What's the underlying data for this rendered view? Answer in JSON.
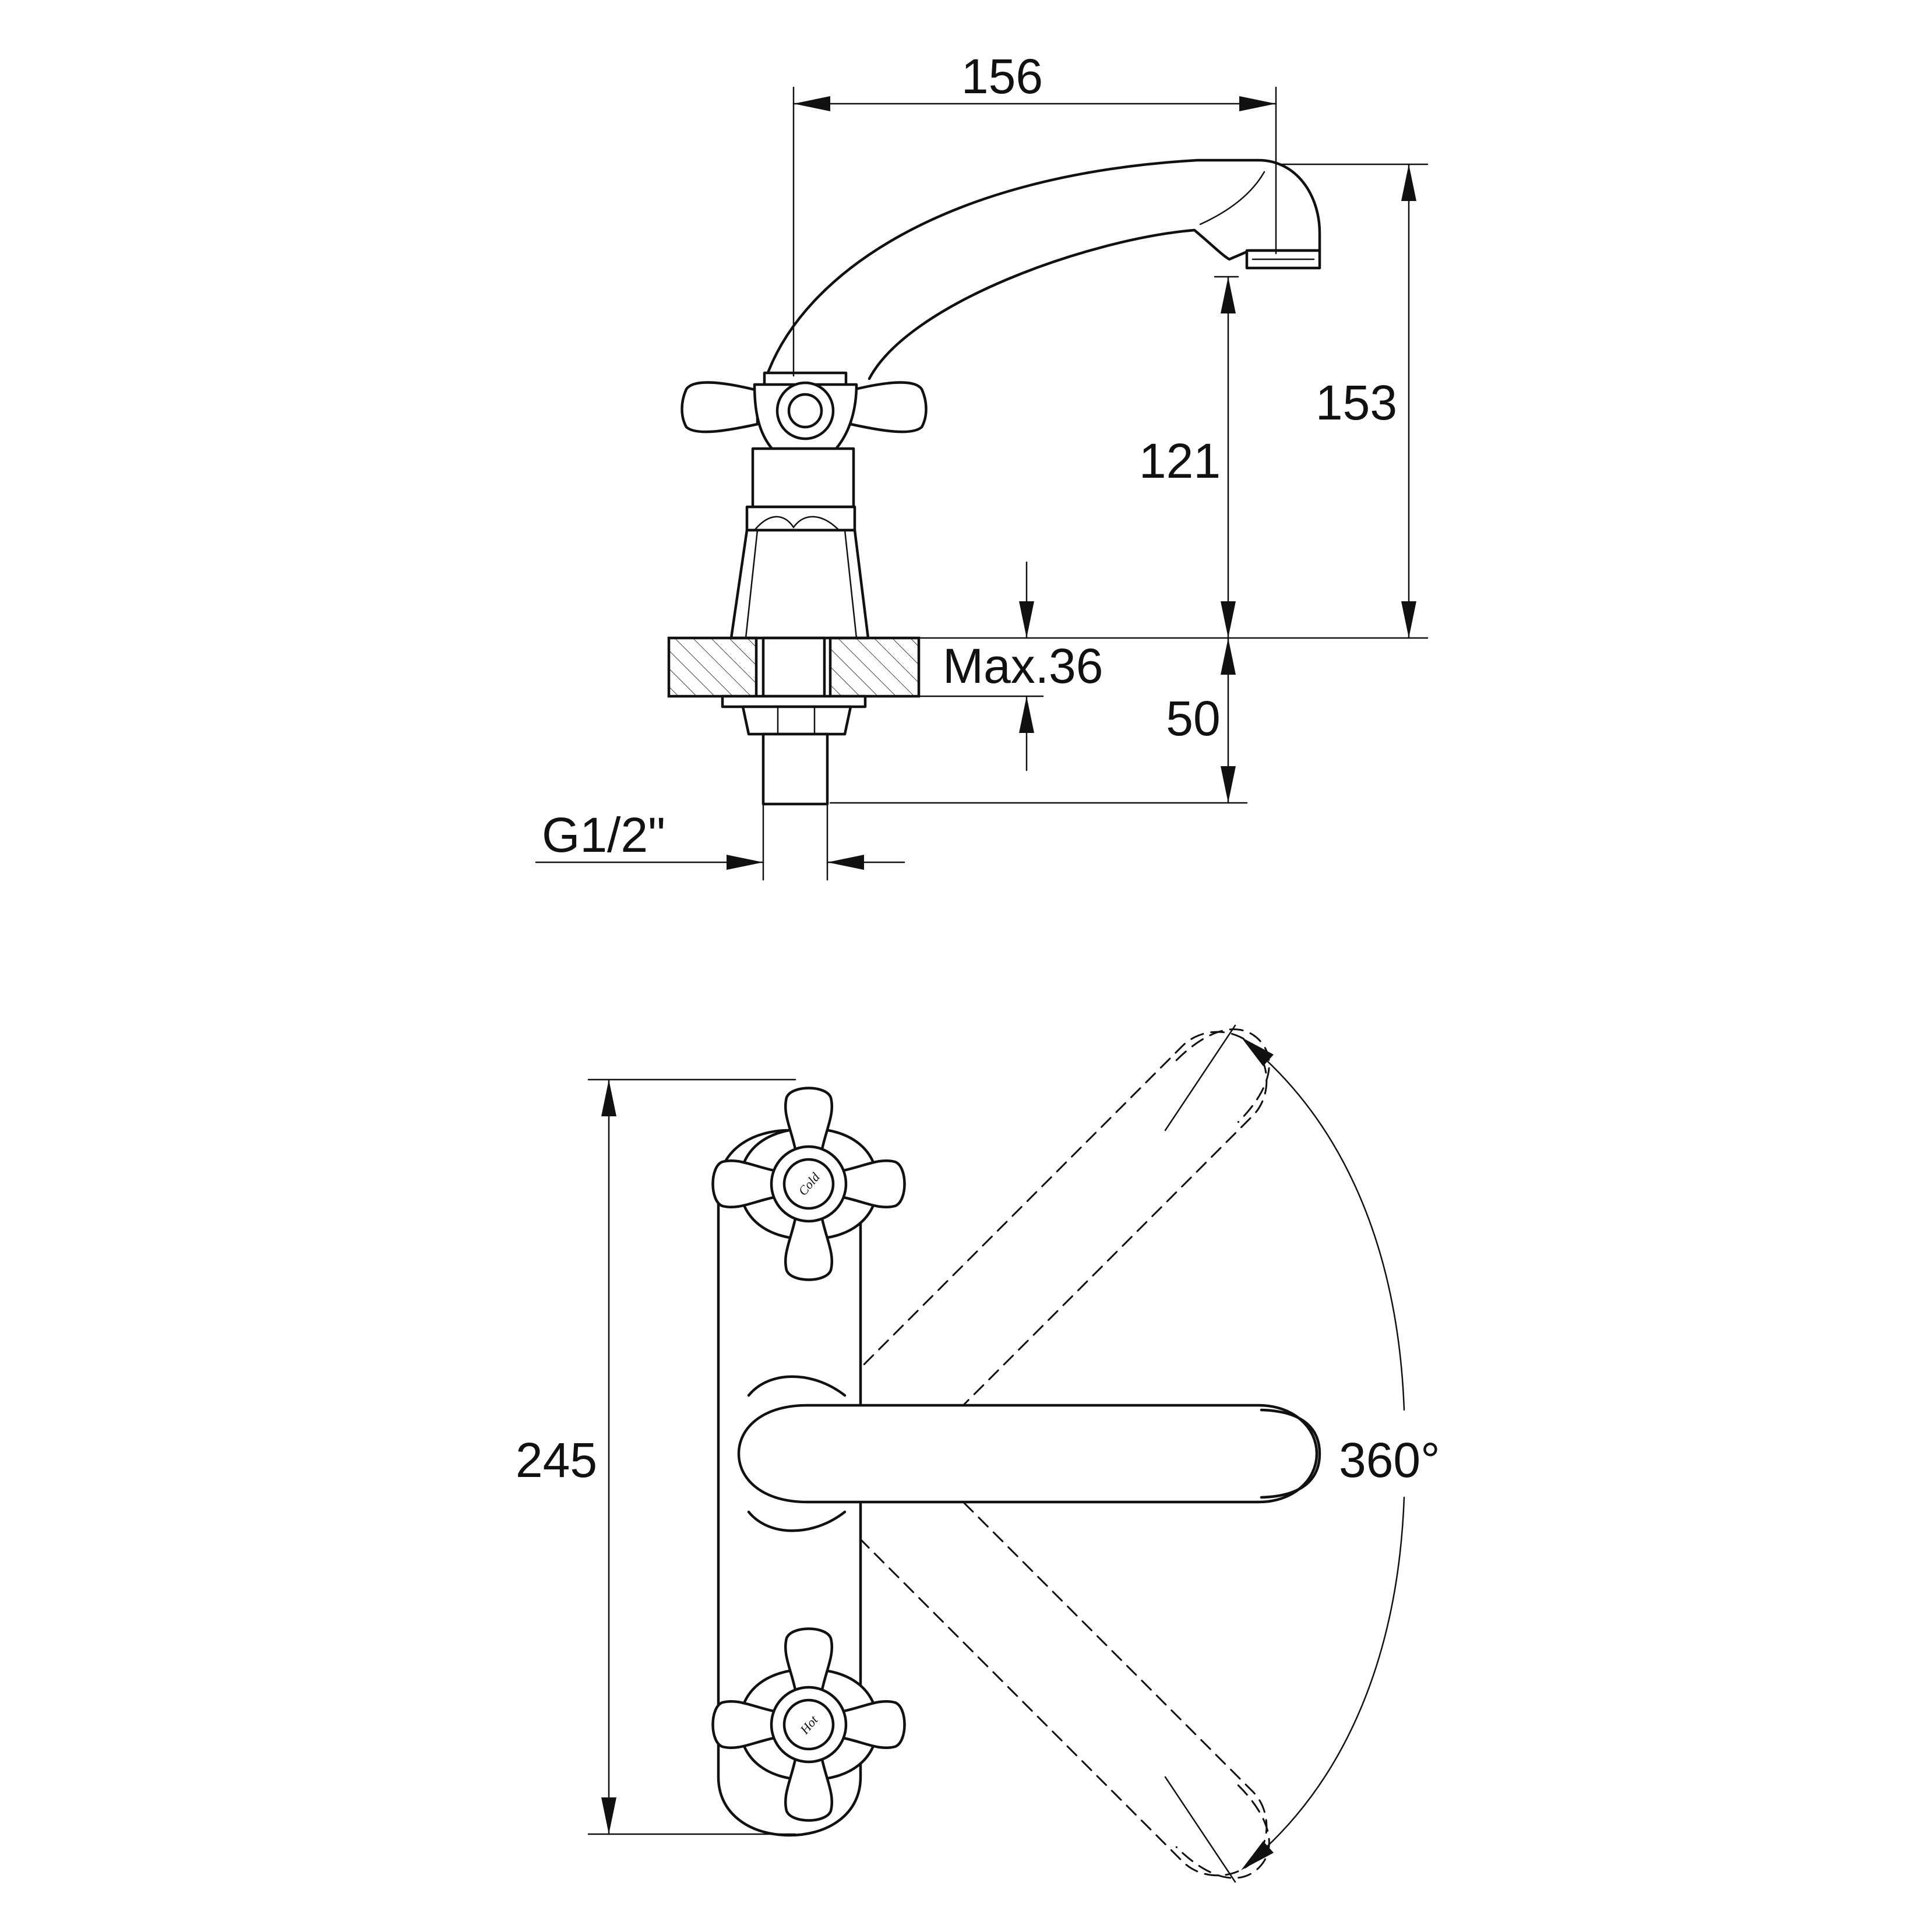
{
  "side_view": {
    "dim_spout_reach": "156",
    "dim_total_height": "153",
    "dim_spout_height": "121",
    "dim_max_thickness": "Max.36",
    "dim_shank_length": "50",
    "dim_thread": "G1/2\""
  },
  "top_view": {
    "dim_plate_length": "245",
    "dim_rotation": "360°",
    "handle_top_label": "Cold",
    "handle_bottom_label": "Hot"
  },
  "colors": {
    "line": "#111111",
    "background": "#ffffff"
  }
}
